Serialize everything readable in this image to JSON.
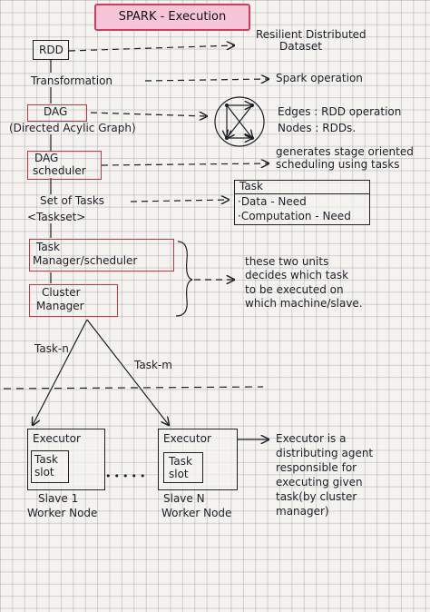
{
  "title": "SPARK - Execution",
  "nodes": {
    "rdd": "RDD",
    "transformation": "Transformation",
    "dag": "DAG",
    "dag_full": "(Directed Acylic Graph)",
    "dag_scheduler_1": "DAG",
    "dag_scheduler_2": "scheduler",
    "set_of_tasks_1": "Set of Tasks",
    "set_of_tasks_2": "<Taskset>",
    "task_manager_1": "Task",
    "task_manager_2": "Manager/scheduler",
    "cluster_manager_1": "Cluster",
    "cluster_manager_2": "Manager",
    "task_n": "Task-n",
    "task_m": "Task-m",
    "executor_1": "Executor",
    "executor_2": "Executor",
    "task_slot_1a": "Task",
    "task_slot_1b": "slot",
    "task_slot_2a": "Task",
    "task_slot_2b": "slot",
    "slave_1a": "Slave 1",
    "slave_1b": "Worker Node",
    "slave_2a": "Slave N",
    "slave_2b": "Worker Node"
  },
  "notes": {
    "rdd_1": "Resilient Distributed",
    "rdd_2": "Dataset",
    "transformation": "Spark operation",
    "dag_edges": "Edges : RDD operation",
    "dag_nodes": "Nodes : RDDs.",
    "sched_1": "generates stage oriented",
    "sched_2": "scheduling using tasks",
    "task_header": "Task",
    "task_data": "·Data - Need",
    "task_comp": "·Computation - Need",
    "units_1": "these two units",
    "units_2": "decides which task",
    "units_3": "to be executed on",
    "units_4": "which machine/slave.",
    "exec_1": "Executor is a",
    "exec_2": "distributing agent",
    "exec_3": "responsible for",
    "exec_4": "executing given",
    "exec_5": "task(by cluster",
    "exec_6": "manager)"
  },
  "dots": "•••••",
  "colors": {
    "accent_red": "#c9343f",
    "title_fill": "#f6c6d8",
    "ink": "#1e1e28"
  }
}
